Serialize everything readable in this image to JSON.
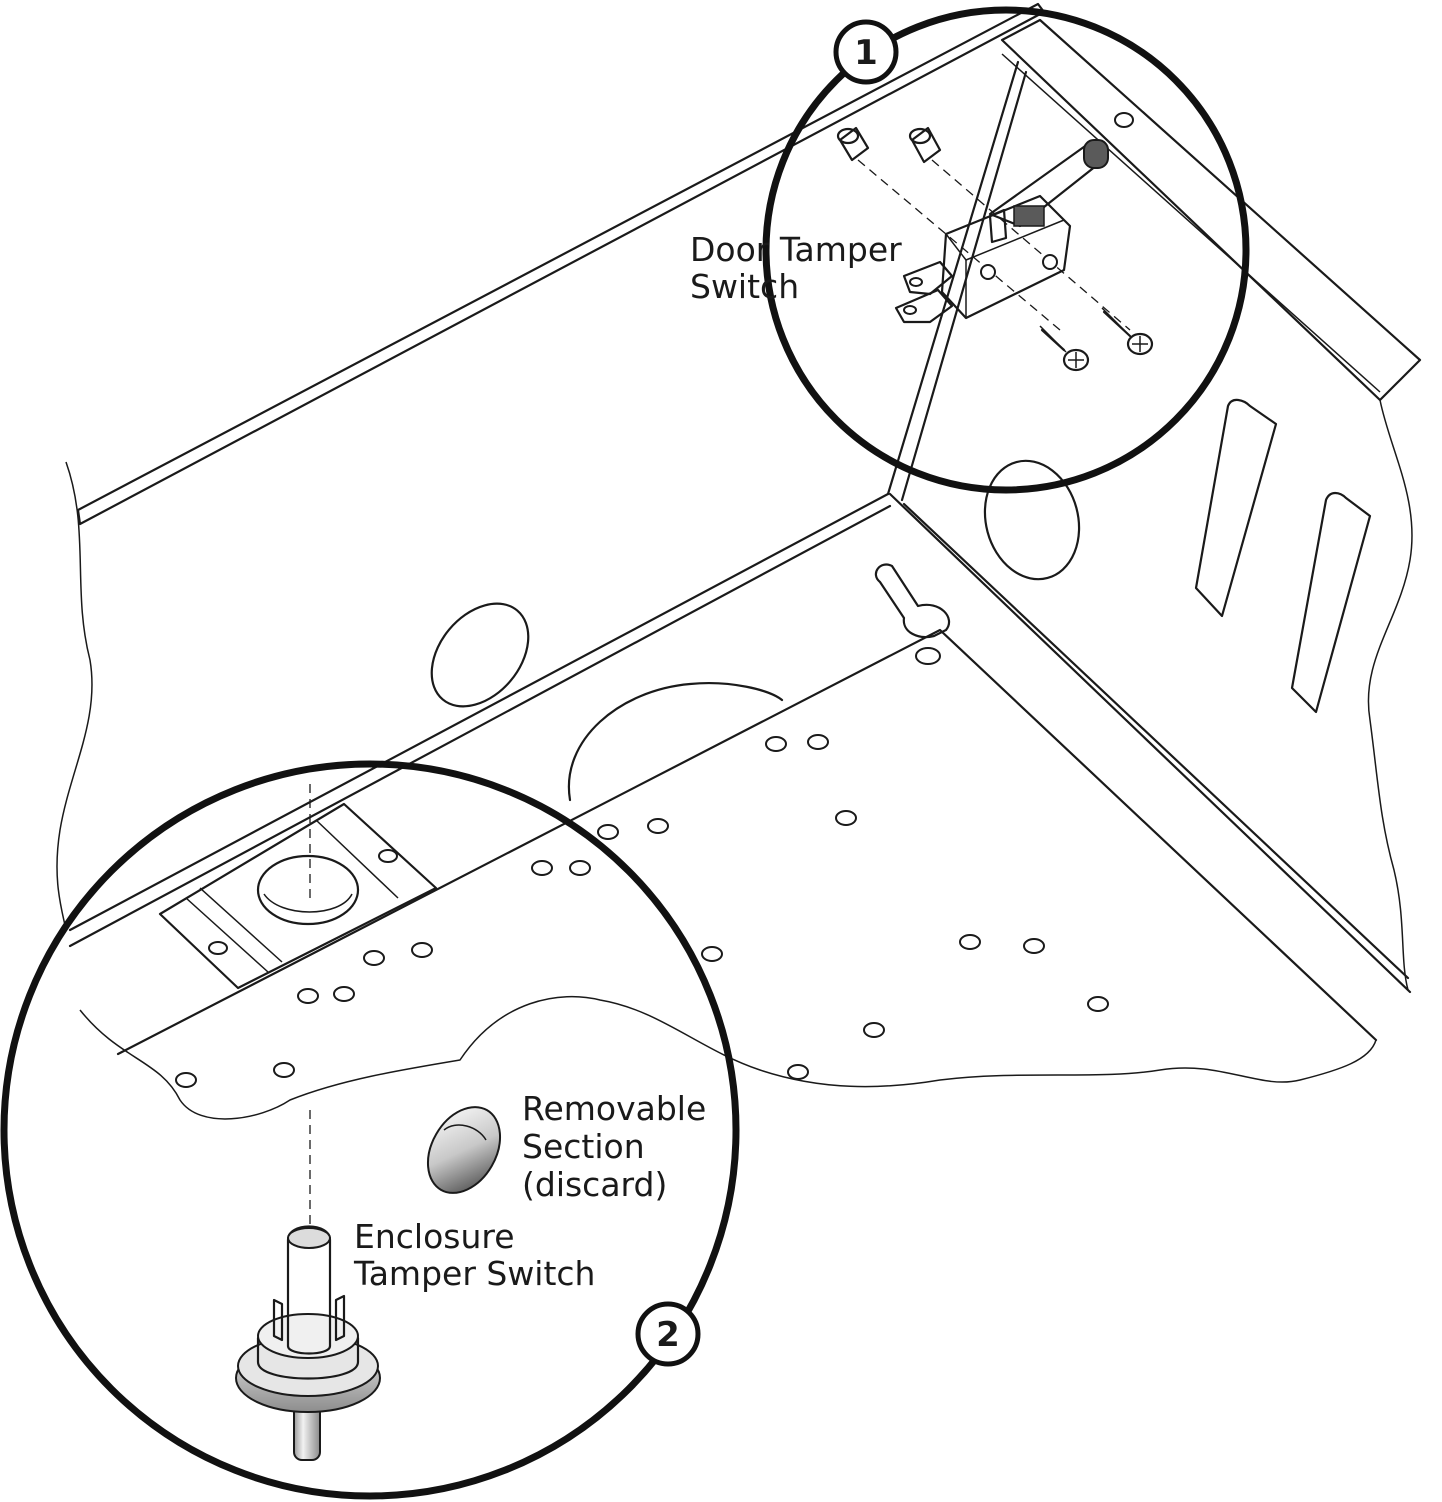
{
  "callouts": [
    {
      "number": "1"
    },
    {
      "number": "2"
    }
  ],
  "labels": {
    "door_tamper_switch": [
      "Door Tamper",
      "Switch"
    ],
    "removable_section": [
      "Removable",
      "Section",
      "(discard)"
    ],
    "enclosure_tamper_switch": [
      "Enclosure",
      "Tamper Switch"
    ]
  }
}
